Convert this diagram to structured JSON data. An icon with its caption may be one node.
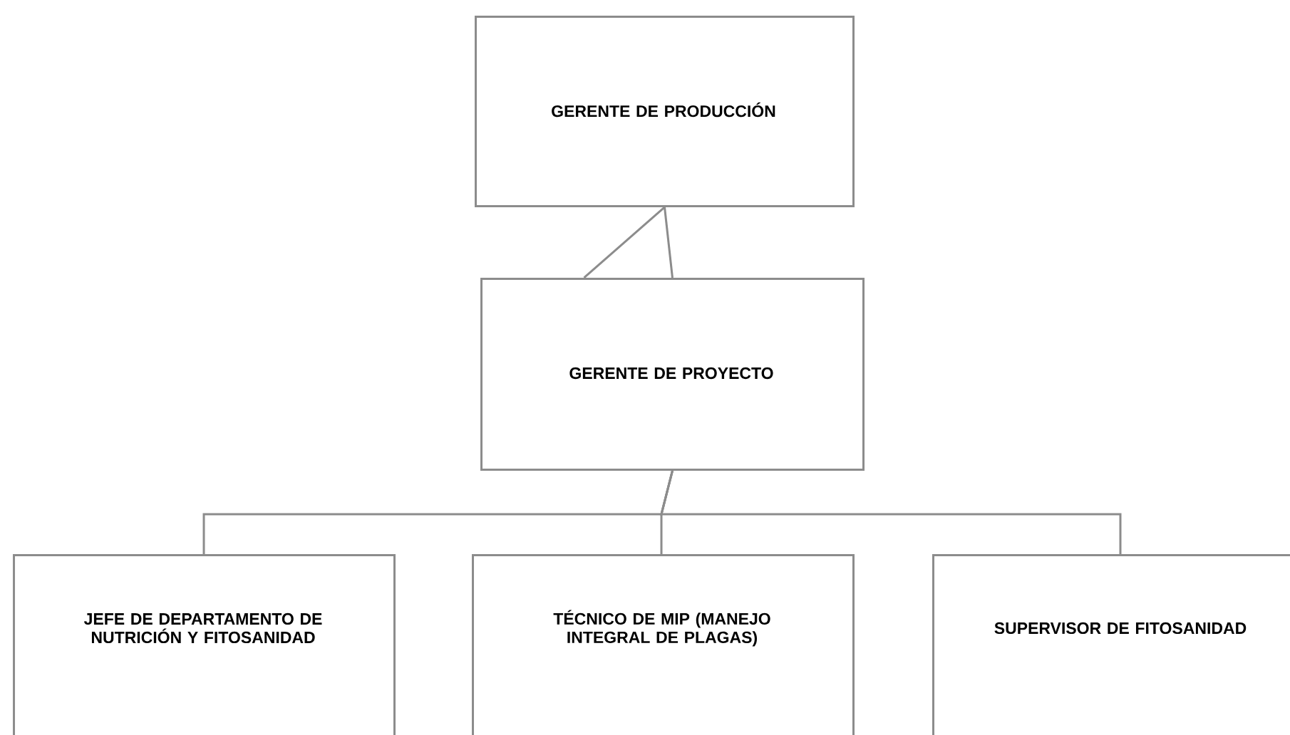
{
  "diagram": {
    "nodes": [
      {
        "text": [
          "GERENTE DE PRODUCCIÓN"
        ]
      },
      {
        "text": [
          "GERENTE DE PROYECTO"
        ]
      },
      {
        "text": [
          "JEFE DE DEPARTAMENTO DE NUTRICIÓN Y FITOSANIDAD"
        ]
      },
      {
        "text": [
          "TÉCNICO DE MIP (MANEJO INTEGRAL DE PLAGAS)"
        ]
      },
      {
        "text": [
          "SUPERVISOR DE FITOSANIDAD"
        ]
      }
    ],
    "edges": [
      {
        "from": 0,
        "to": 1,
        "arrow": "none"
      },
      {
        "from": 0,
        "to": 1,
        "arrow": "none"
      },
      {
        "from": 1,
        "to": 2,
        "arrow": "none"
      },
      {
        "from": 1,
        "to": 3,
        "arrow": "none"
      },
      {
        "from": 1,
        "to": 4,
        "arrow": "none"
      }
    ]
  }
}
